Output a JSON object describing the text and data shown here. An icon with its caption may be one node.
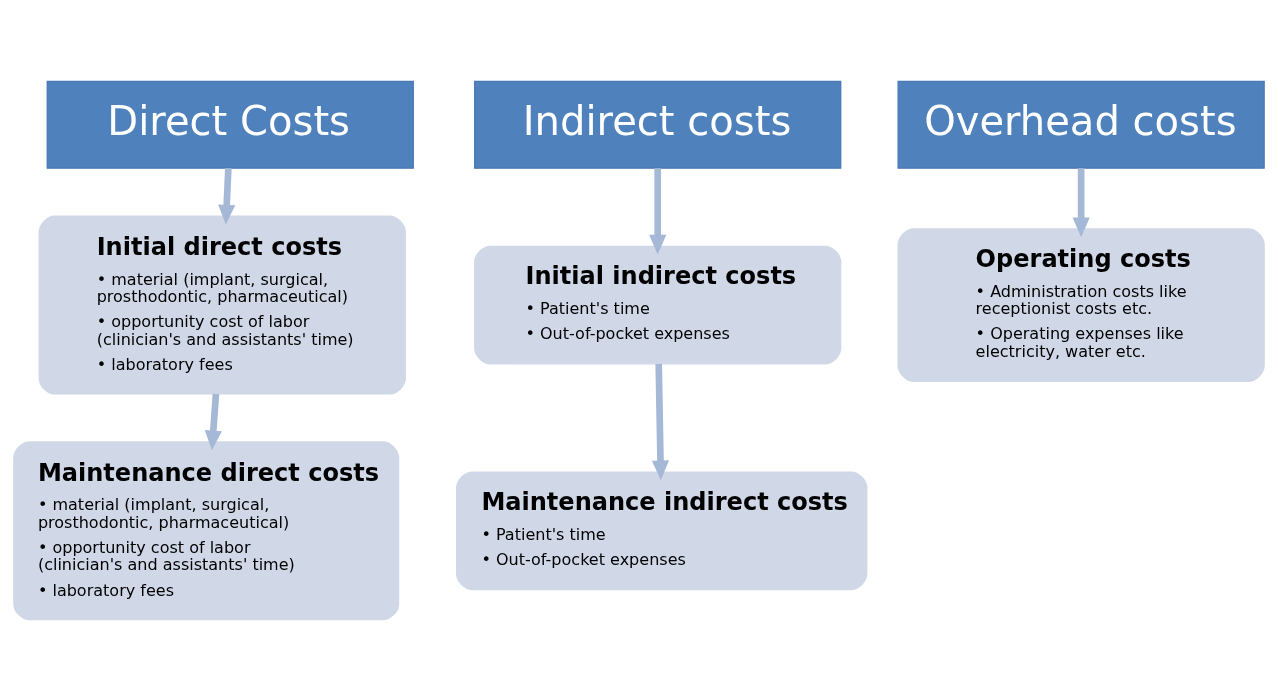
{
  "diagram": {
    "nodes": [
      {
        "text": [
          "Direct Costs"
        ]
      },
      {
        "text": [
          "Indirect costs"
        ]
      },
      {
        "text": [
          "Overhead costs"
        ]
      },
      {
        "text": [
          "Initial direct costs",
          "• material (implant, surgical, prosthodontic, pharmaceutical)",
          "• opportunity cost of labor (clinician's and assistants' time)",
          "• laboratory fees"
        ]
      },
      {
        "text": [
          "Maintenance direct costs",
          "• material (implant, surgical, prosthodontic, pharmaceutical)",
          "• opportunity cost of labor (clinician's and assistants' time)",
          "• laboratory fees"
        ]
      },
      {
        "text": [
          "Initial indirect costs",
          "• Patient's time",
          "• Out-of-pocket expenses"
        ]
      },
      {
        "text": [
          "Maintenance indirect costs",
          "• Patient's time",
          "• Out-of-pocket expenses"
        ]
      },
      {
        "text": [
          "Operating costs",
          "• Administration costs like receptionist costs etc.",
          "• Operating expenses like electricity, water etc."
        ]
      }
    ],
    "edges": [
      {
        "from": 0,
        "to": 3,
        "arrow": "to"
      },
      {
        "from": 3,
        "to": 4,
        "arrow": "to"
      },
      {
        "from": 1,
        "to": 5,
        "arrow": "to"
      },
      {
        "from": 5,
        "to": 6,
        "arrow": "to"
      },
      {
        "from": 2,
        "to": 7,
        "arrow": "to"
      }
    ]
  }
}
